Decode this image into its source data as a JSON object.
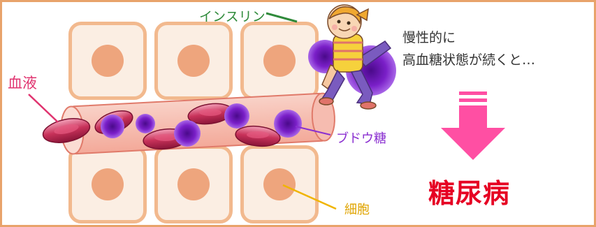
{
  "labels": {
    "insulin": "インスリン",
    "blood": "血液",
    "glucose": "ブドウ糖",
    "cell": "細胞",
    "condition_line1": "慢性的に",
    "condition_line2": "高血糖状態が続くと…",
    "result": "糖尿病"
  },
  "colors": {
    "frame": "#e8a36b",
    "cell_border": "#f2b98e",
    "cell_fill": "#fbeee3",
    "nucleus": "#eea57d",
    "vessel": "#f6bcb0",
    "red_blood_cell": "#c8325a",
    "glucose": "#7a1fc8",
    "arrow": "#ff4fa3",
    "insulin_text": "#2f8a3a",
    "blood_text": "#e0336f",
    "glucose_text": "#8a2fd0",
    "cell_text": "#e0a400",
    "result_text": "#e60023"
  },
  "icons": [
    "insulin-character-icon",
    "down-arrow-icon"
  ]
}
